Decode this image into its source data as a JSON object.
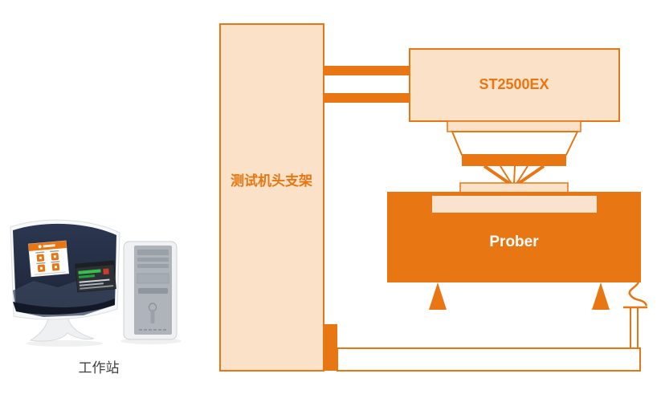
{
  "colors": {
    "accent": "#E87612",
    "accent-light": "#FAE1C8",
    "chuck": "#F9E2CE",
    "prober-text": "#FFFFFF",
    "label-dark": "#3F3F3F"
  },
  "diagram": {
    "bracket_label": "测试机头支架",
    "tester_label": "ST2500EX",
    "prober_label": "Prober"
  },
  "workstation": {
    "label": "工作站",
    "monitor_app_tiles": 4
  }
}
